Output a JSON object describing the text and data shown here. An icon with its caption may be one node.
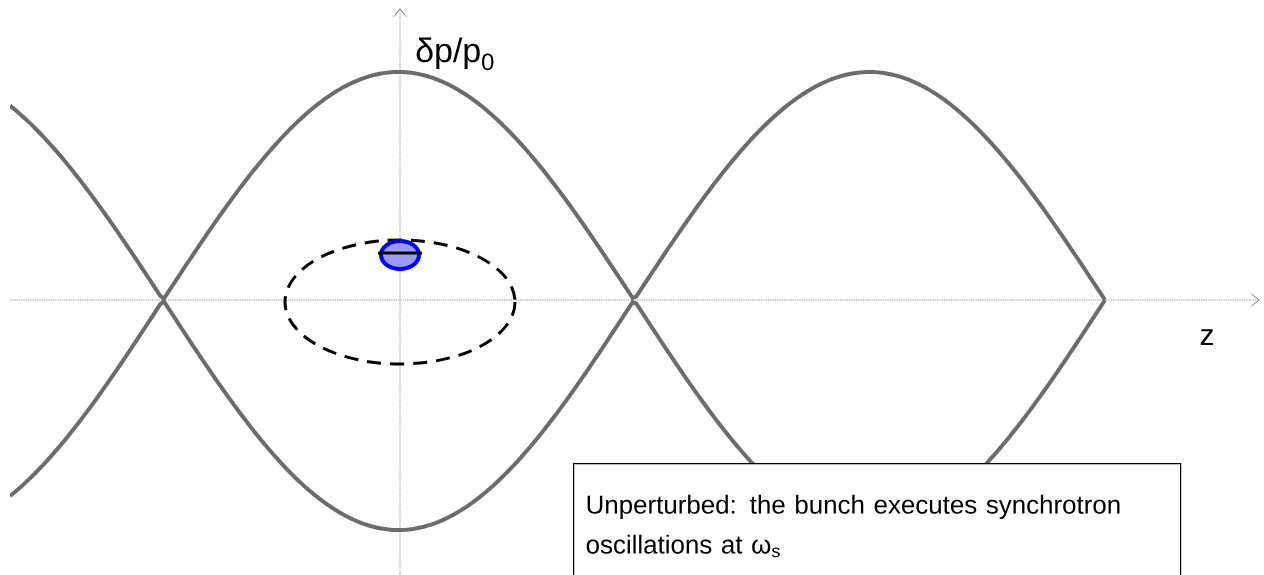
{
  "diagram": {
    "nodes": [
      {
        "text": [
          "Unperturbed: the bunch executes synchrotron oscillations at ω$_{s}$"
        ]
      }
    ],
    "labels": [
      "δp/p$_{0}$",
      "z"
    ]
  }
}
